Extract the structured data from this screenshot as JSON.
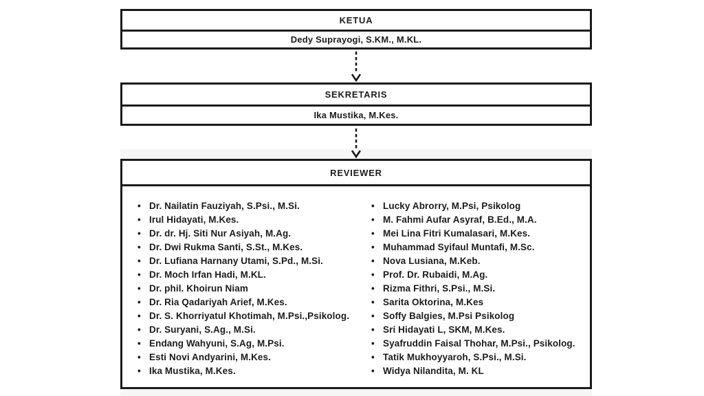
{
  "colors": {
    "background": "#ffffff",
    "border": "#1a1a1a",
    "text": "#1b1b1b",
    "shadow_band": "#f6f6f6"
  },
  "icons": {
    "connector_arrow": "dashed-down-arrow",
    "list_bullet": "•"
  },
  "boxes": {
    "ketua": {
      "title": "KETUA",
      "member": "Dedy Suprayogi, S.KM., M.KL."
    },
    "sekretaris": {
      "title": "SEKRETARIS",
      "member": "Ika Mustika, M.Kes."
    },
    "reviewer": {
      "title": "REVIEWER",
      "columns": [
        [
          "Dr. Nailatin Fauziyah, S.Psi., M.Si.",
          "Irul Hidayati, M.Kes.",
          "Dr. dr. Hj. Siti Nur Asiyah, M.Ag.",
          "Dr. Dwi Rukma Santi, S.St., M.Kes.",
          "Dr. Lufiana Harnany Utami, S.Pd., M.Si.",
          "Dr. Moch Irfan Hadi, M.KL.",
          "Dr. phil. Khoirun Niam",
          "Dr. Ria Qadariyah Arief, M.Kes.",
          "Dr. S. Khorriyatul Khotimah, M.Psi.,Psikolog.",
          "Dr. Suryani, S.Ag., M.Si.",
          "Endang Wahyuni, S.Ag, M.Psi.",
          "Esti Novi Andyarini, M.Kes.",
          "Ika Mustika, M.Kes."
        ],
        [
          "Lucky Abrorry, M.Psi, Psikolog",
          "M. Fahmi Aufar Asyraf, B.Ed., M.A.",
          "Mei Lina Fitri Kumalasari, M.Kes.",
          "Muhammad Syifaul Muntafi, M.Sc.",
          "Nova Lusiana, M.Keb.",
          "Prof. Dr. Rubaidi, M.Ag.",
          "Rizma Fithri, S.Psi., M.Si.",
          "Sarita Oktorina, M.Kes",
          "Soffy Balgies, M.Psi Psikolog",
          "Sri Hidayati L, SKM, M.Kes.",
          "Syafruddin Faisal Thohar, M.Psi., Psikolog.",
          "Tatik Mukhoyyaroh, S.Psi., M.Si.",
          "Widya Nilandita, M. KL"
        ]
      ]
    }
  }
}
